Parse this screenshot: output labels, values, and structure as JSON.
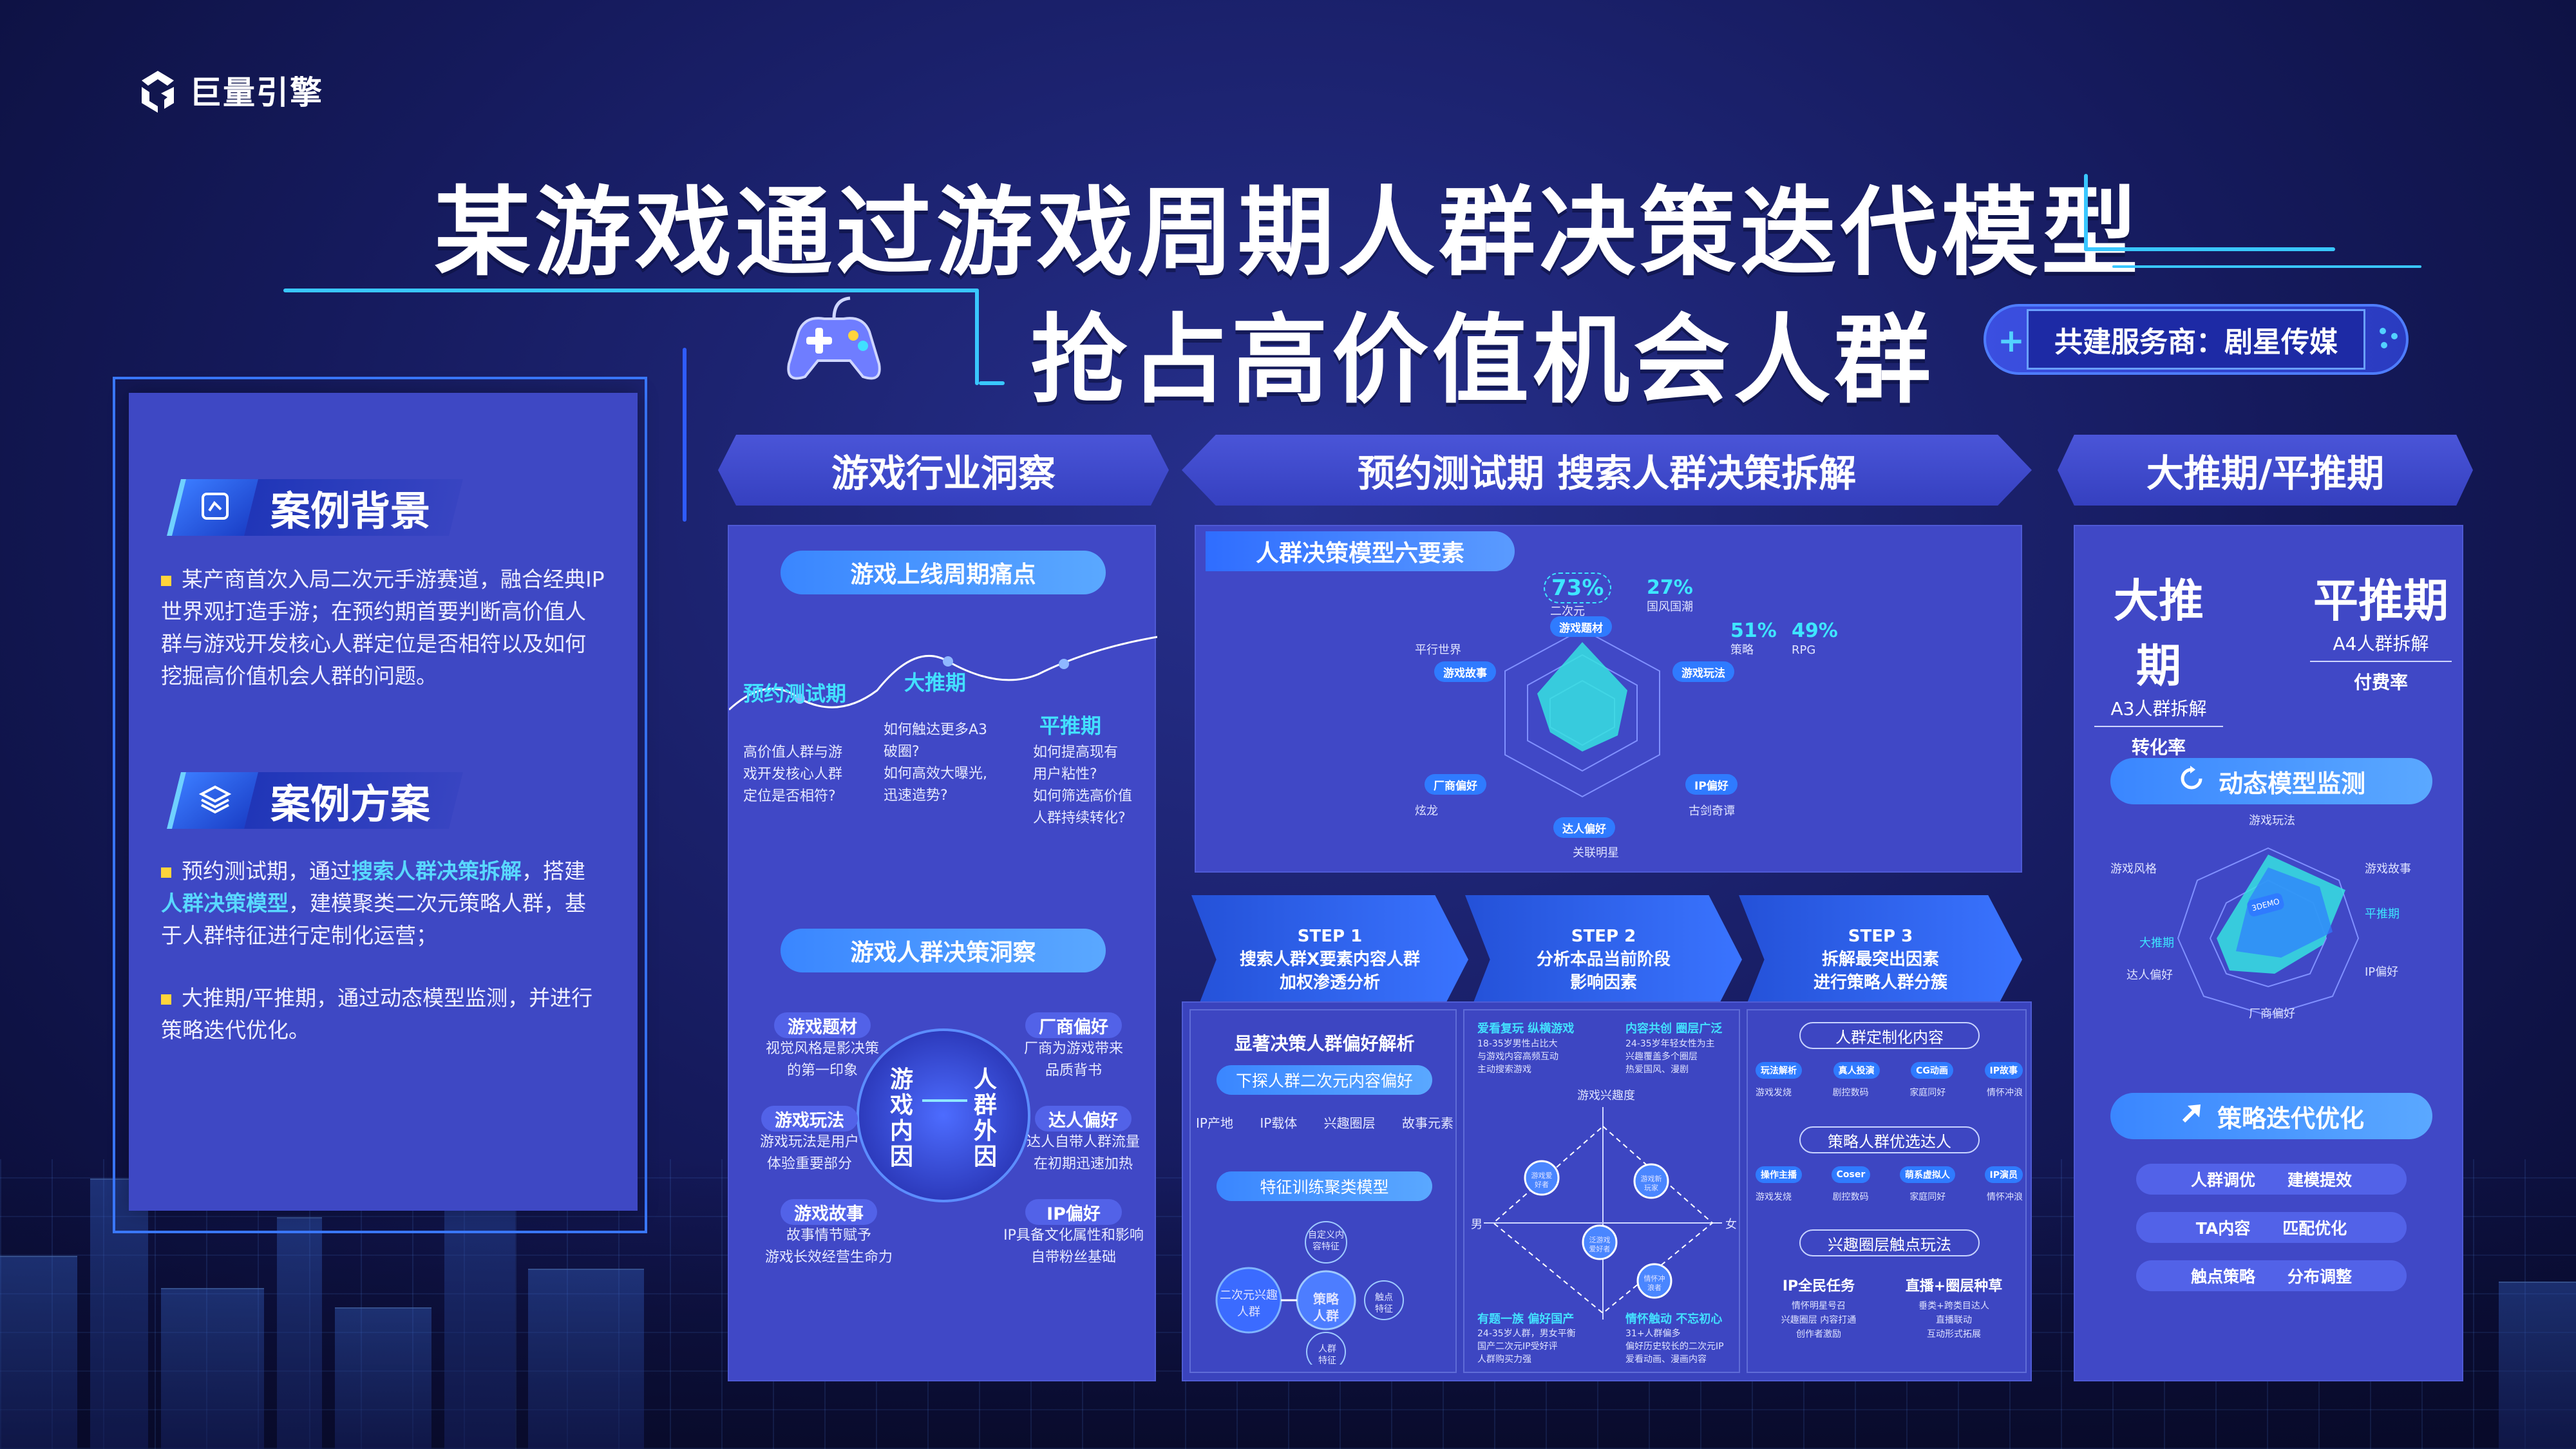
{
  "brand": {
    "name": "巨量引擎"
  },
  "title": {
    "line1": "某游戏通过游戏周期人群决策迭代模型",
    "line2": "抢占高价值机会人群"
  },
  "partner": {
    "label": "共建服务商：剧星传媒",
    "plus": "+"
  },
  "left": {
    "background": {
      "title": "案例背景",
      "text": "某产商首次入局二次元手游赛道，融合经典IP世界观打造手游；在预约期首要判断高价值人群与游戏开发核心人群定位是否相符以及如何挖掘高价值机会人群的问题。"
    },
    "plan": {
      "title": "案例方案",
      "item1_pre": "预约测试期，通过",
      "item1_hl1": "搜索人群决策拆解",
      "item1_mid": "，搭建",
      "item1_hl2": "人群决策模型",
      "item1_post": "，建模聚类二次元策略人群，基于人群特征进行定制化运营；",
      "item2": "大推期/平推期，通过动态模型监测，并进行策略迭代优化。"
    }
  },
  "col1": {
    "header": "游戏行业洞察",
    "pill1": "游戏上线周期痛点",
    "phases": {
      "p1": "预约测试期",
      "p2": "大推期",
      "p3": "平推期"
    },
    "p1_text": [
      "高价值人群与游",
      "戏开发核心人群",
      "定位是否相符?"
    ],
    "p2_text": [
      "如何触达更多A3",
      "破圈?",
      "如何高效大曝光,",
      "迅速造势?"
    ],
    "p3_text": [
      "如何提高现有",
      "用户粘性?",
      "如何筛选高价值",
      "人群持续转化?"
    ],
    "pill2": "游戏人群决策洞察",
    "circle": {
      "inner": "游戏内因",
      "outer": "人群外因"
    },
    "factors": [
      {
        "tag": "游戏题材",
        "l1": "视觉风格是影决策",
        "l2": "的第一印象"
      },
      {
        "tag": "游戏玩法",
        "l1": "游戏玩法是用户",
        "l2": "体验重要部分"
      },
      {
        "tag": "游戏故事",
        "l1": "故事情节赋予",
        "l2": "游戏长效经营生命力"
      },
      {
        "tag": "厂商偏好",
        "l1": "厂商为游戏带来",
        "l2": "品质背书"
      },
      {
        "tag": "达人偏好",
        "l1": "达人自带人群流量",
        "l2": "在初期迅速加热"
      },
      {
        "tag": "IP偏好",
        "l1": "IP具备文化属性和影响",
        "l2": "自带粉丝基础"
      }
    ]
  },
  "col2": {
    "header": "预约测试期 搜索人群决策拆解",
    "model_title": "人群决策模型六要素",
    "radar": {
      "labels": [
        "游戏题材",
        "游戏玩法",
        "IP偏好",
        "达人偏好",
        "厂商偏好",
        "游戏故事"
      ],
      "pct1": "73%",
      "pct1_l": "二次元",
      "pct2": "27%",
      "pct2_l": "国风国潮",
      "pct3": "51%",
      "pct3_l": "策略",
      "pct4": "49%",
      "pct4_l": "RPG",
      "ext": [
        "平行世界",
        "炫龙",
        "关联明星",
        "古剑奇谭"
      ]
    },
    "steps": [
      {
        "n": "STEP 1",
        "l1": "搜索人群X要素内容人群",
        "l2": "加权渗透分析"
      },
      {
        "n": "STEP 2",
        "l1": "分析本品当前阶段",
        "l2": "影响因素"
      },
      {
        "n": "STEP 3",
        "l1": "拆解最突出因素",
        "l2": "进行策略人群分簇"
      }
    ],
    "a": {
      "title": "显著决策人群偏好解析",
      "pill": "下探人群二次元内容偏好",
      "items": [
        "IP产地",
        "IP载体",
        "兴趣圈层",
        "故事元素"
      ],
      "pill2": "特征训练聚类模型",
      "nodes": [
        "二次元兴趣人群",
        "策略人群",
        "自定义内容特征",
        "触点特征",
        "人群特征"
      ]
    },
    "b": {
      "tl": "爱看复玩 纵横游戏",
      "tr": "内容共创 圈层广泛",
      "bl": "有题一族 偏好国产",
      "br": "情怀触动 不忘初心",
      "tl_items": [
        "18-35岁男性占比大",
        "与游戏内容高频互动",
        "主动搜索游戏"
      ],
      "tr_items": [
        "24-35岁年轻女性为主",
        "兴趣覆盖多个圈层",
        "热爱国风、漫剧"
      ],
      "bl_items": [
        "24-35岁人群，男女平衡",
        "国产二次元IP受好评",
        "人群购买力强"
      ],
      "br_items": [
        "31+人群偏多",
        "偏好历史较长的二次元IP",
        "爱看动画、漫画内容"
      ],
      "axis_top": "游戏兴趣度",
      "axis_l": "男",
      "axis_r": "女",
      "dots": [
        "游戏爱好者",
        "游戏新玩家",
        "泛游戏爱好者",
        "情怀冲浪者"
      ]
    },
    "c": {
      "t1": "人群定制化内容",
      "r1": [
        "玩法解析",
        "真人投演",
        "CG动画",
        "IP故事"
      ],
      "r1s": [
        "游戏发烧",
        "剧控数码",
        "家庭同好",
        "情怀冲浪"
      ],
      "t2": "策略人群优选达人",
      "r2": [
        "操作主播",
        "Coser",
        "萌系虚拟人",
        "IP演员"
      ],
      "r2s": [
        "游戏发烧",
        "剧控数码",
        "家庭同好",
        "情怀冲浪"
      ],
      "t3": "兴趣圈层触点玩法",
      "g1": "IP全民任务",
      "g2": "直播+圈层种草",
      "g1s": [
        "情怀明星号召",
        "兴趣圈层 内容打通",
        "创作者激励"
      ],
      "g2s": [
        "垂类+跨类目达人",
        "直播联动",
        "互动形式拓展"
      ]
    }
  },
  "col3": {
    "header": "大推期/平推期",
    "big": {
      "t": "大推期",
      "s": "A3人群拆解",
      "r": "转化率"
    },
    "flat": {
      "t": "平推期",
      "s": "A4人群拆解",
      "r": "付费率"
    },
    "monitor": "动态模型监测",
    "radar": [
      "游戏玩法",
      "游戏故事",
      "平推期",
      "IP偏好",
      "厂商偏好",
      "达人偏好",
      "大推期",
      "游戏风格"
    ],
    "radar_tag": "3DEMO",
    "optimize": "策略迭代优化",
    "rows": [
      [
        "人群调优",
        "建模提效"
      ],
      [
        "TA内容",
        "匹配优化"
      ],
      [
        "触点策略",
        "分布调整"
      ]
    ]
  }
}
